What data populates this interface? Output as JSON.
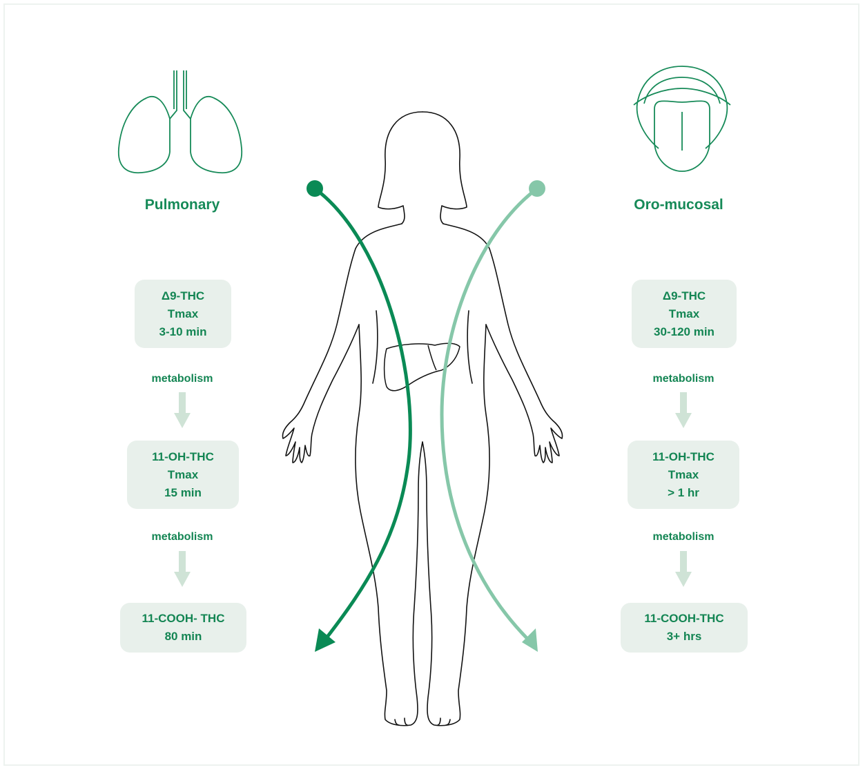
{
  "routes": [
    {
      "id": "pulmonary",
      "name": "Pulmonary",
      "icon": "lungs-icon",
      "color": "#0a8a55",
      "steps": [
        {
          "lines": [
            "Δ9-THC",
            "Tmax",
            "3-10 min"
          ]
        },
        {
          "lines": [
            "11-OH-THC",
            "Tmax",
            "15 min"
          ]
        },
        {
          "lines": [
            "11-COOH- THC",
            "80 min"
          ]
        }
      ],
      "transition": "metabolism"
    },
    {
      "id": "oro-mucosal",
      "name": "Oro-mucosal",
      "icon": "tongue-icon",
      "color": "#86c7a9",
      "steps": [
        {
          "lines": [
            "Δ9-THC",
            "Tmax",
            "30-120 min"
          ]
        },
        {
          "lines": [
            "11-OH-THC",
            "Tmax",
            "> 1 hr"
          ]
        },
        {
          "lines": [
            "11-COOH-THC",
            "3+ hrs"
          ]
        }
      ],
      "transition": "metabolism"
    }
  ],
  "colors": {
    "box_fill": "#e8f0eb",
    "text_green": "#138553",
    "down_arrow": "#cfe3d6",
    "outline": "#111111"
  },
  "center_figure": "human-body-outline-with-liver"
}
